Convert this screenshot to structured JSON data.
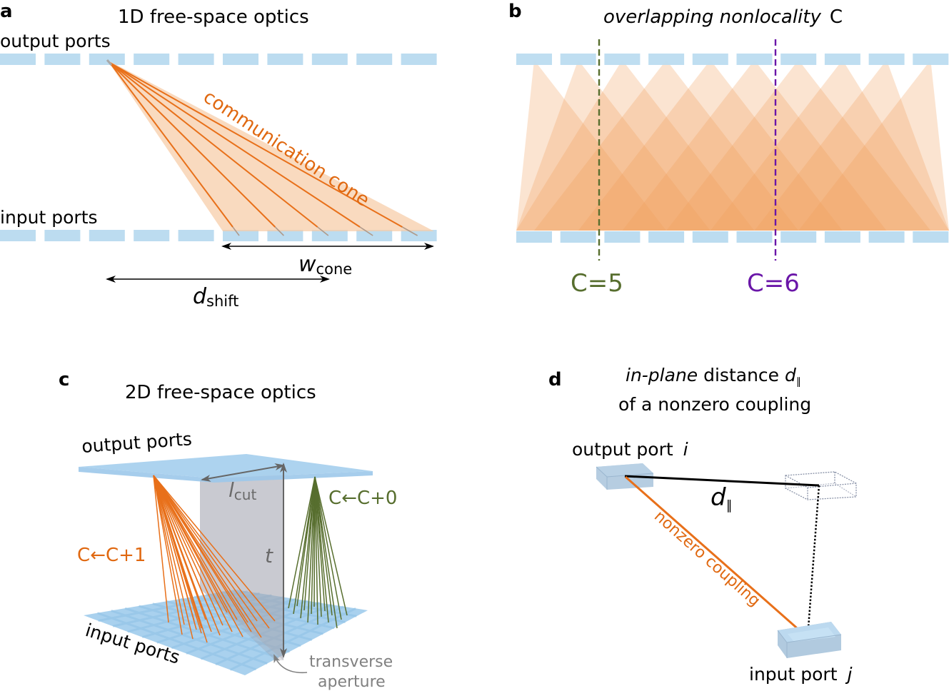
{
  "colors": {
    "port_blue": "#bcdcf0",
    "cone_orange": "#f7cda9",
    "ray_orange": "#e8701a",
    "text_orange": "#e06810",
    "green": "#576e2e",
    "purple": "#6a16a8",
    "grey_plane": "#a7a9b4",
    "grey_text": "#7a7a7a"
  },
  "panel_a": {
    "letter": "a",
    "title": "1D free-space optics",
    "output_label": "output ports",
    "input_label": "input ports",
    "cone_label": "communication cone",
    "w_symbol": "w",
    "w_sub": "cone",
    "d_symbol": "d",
    "d_sub": "shift",
    "port_count": 10,
    "ray_count": 5
  },
  "panel_b": {
    "letter": "b",
    "title_italic": "overlapping nonlocality",
    "title_symbol": "C",
    "port_count": 10,
    "marker_green": "C=5",
    "marker_purple": "C=6"
  },
  "panel_c": {
    "letter": "c",
    "title": "2D free-space optics",
    "output_label": "output ports",
    "input_label": "input ports",
    "lcut_symbol": "l",
    "lcut_sub": "cut",
    "t_symbol": "t",
    "orange_label": "C←C+1",
    "green_label": "C←C+0",
    "aperture_line1": "transverse",
    "aperture_line2": "aperture"
  },
  "panel_d": {
    "letter": "d",
    "title_italic": "in-plane",
    "title_rest": " distance ",
    "title_symbol": "d",
    "title_sub": "∥",
    "title_line2": "of a nonzero coupling",
    "output_label": "output port ",
    "output_index": "i",
    "input_label": "input port ",
    "input_index": "j",
    "coupling_label": "nonzero coupling",
    "dpar_symbol": "d",
    "dpar_sub": "∥"
  }
}
